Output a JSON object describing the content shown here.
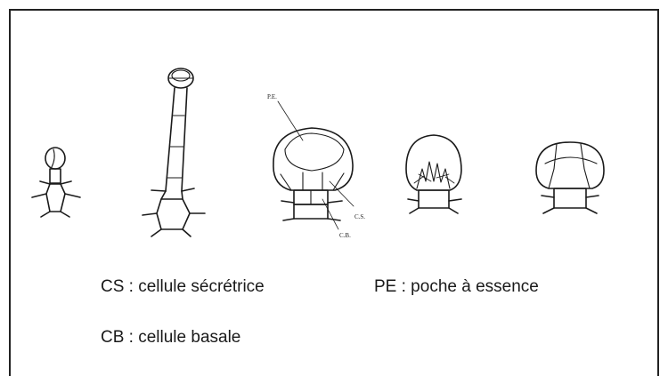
{
  "labels": {
    "pe": "P.E.",
    "cs": "C.S.",
    "cb": "C.B."
  },
  "legend": {
    "cs": "CS : cellule sécrétrice",
    "pe": "PE : poche à essence",
    "cb": "CB : cellule basale"
  }
}
